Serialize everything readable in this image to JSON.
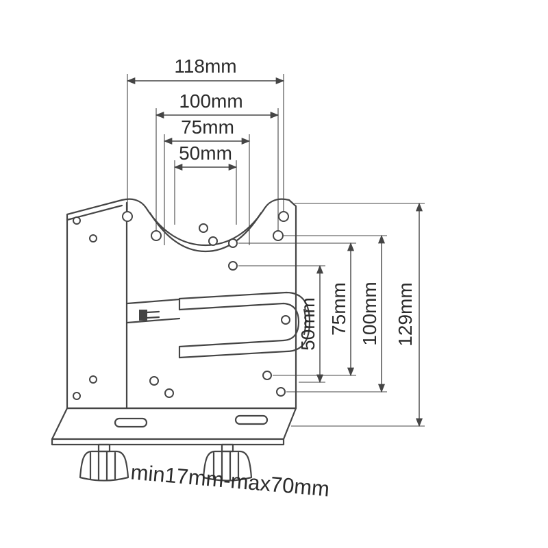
{
  "drawing": {
    "top_dims": [
      "118mm",
      "100mm",
      "75mm",
      "50mm"
    ],
    "right_dims": [
      "50mm",
      "75mm",
      "100mm",
      "129mm"
    ],
    "bottom_dim": "min17mm-max70mm"
  },
  "colors": {
    "line": "#454545",
    "text": "#2b2b2b",
    "background": "#ffffff"
  }
}
